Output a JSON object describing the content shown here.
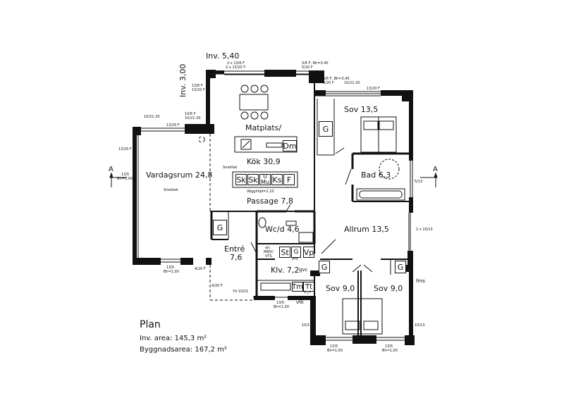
{
  "rooms": {
    "vardagsrum": "Vardagsrum 24,8",
    "matplats": "Matplats/",
    "kok": "Kök 30,9",
    "passage": "Passage 7,8",
    "sov_top": "Sov 13,5",
    "bad": "Bad 6,3",
    "wc": "Wc/d 4,6",
    "allrum": "Allrum 13,5",
    "entre": "Entré",
    "entre_area": "7,6",
    "klv": "Klv. 7,2",
    "sov_left": "Sov 9,0",
    "sov_right": "Sov 9,0"
  },
  "dimensions": {
    "inv_width": "Inv. 5,40",
    "inv_height": "Inv. 3,00"
  },
  "fixtures": {
    "g1": "G",
    "g2": "G",
    "g3": "G",
    "g4": "G",
    "dm": "Dm",
    "sk1": "Sk",
    "sk2": "Sk",
    "u": "U",
    "mu": "Mu",
    "ks": "Ks",
    "f": "F",
    "st": "St",
    "g_small": "G",
    "vp": "Vp",
    "tm": "Tm",
    "tt": "Tt",
    "gvc": "gvc",
    "vtk": "vtk",
    "fms": "fms"
  },
  "section_markers": {
    "left": "A",
    "right": "A"
  },
  "annotations": {
    "a1": "2 x 13/6 F",
    "a2": "2 x 13/20 F",
    "a3": "5/6 F, Bh=3,40",
    "a4": "5/20 F",
    "a5": "13/6 F",
    "a6": "13/20 F",
    "a7": "5/6 F, Bh=3,40",
    "a8": "5/20 F",
    "a9": "10/21-20",
    "a10": "13/20 F",
    "a11": "10/21-20",
    "a12": "13/20 F",
    "a13": "10/6 F",
    "a14": "10/21-20",
    "a15": "13/20 F",
    "a16": "13/5",
    "a17": "Bh=1,00",
    "a18": "Snedtak",
    "a19": "Snedtak",
    "a20": "Vägghöjd=2,10",
    "a21": "5/13",
    "a22": "2 x 10/13",
    "a23": "13/5",
    "a24": "Bh=1,00",
    "a25": "4/20 F",
    "a26": "4/20 F",
    "a27": "Yd 10/21",
    "a28": "13/5",
    "a29": "Bh=1,00",
    "a30": "10/13",
    "a31": "13/5",
    "a32": "Bh=1,00",
    "a33": "13/5",
    "a34": "Bh=1,00",
    "a35": "10/13",
    "a36": "alc",
    "a37": "MBSC",
    "a38": "VTS",
    "a39": "tmf"
  },
  "legend": {
    "title": "Plan",
    "inv_area": "Inv. area: 145,3 m²",
    "bygg_area": "Byggnadsarea: 167,2 m²"
  }
}
